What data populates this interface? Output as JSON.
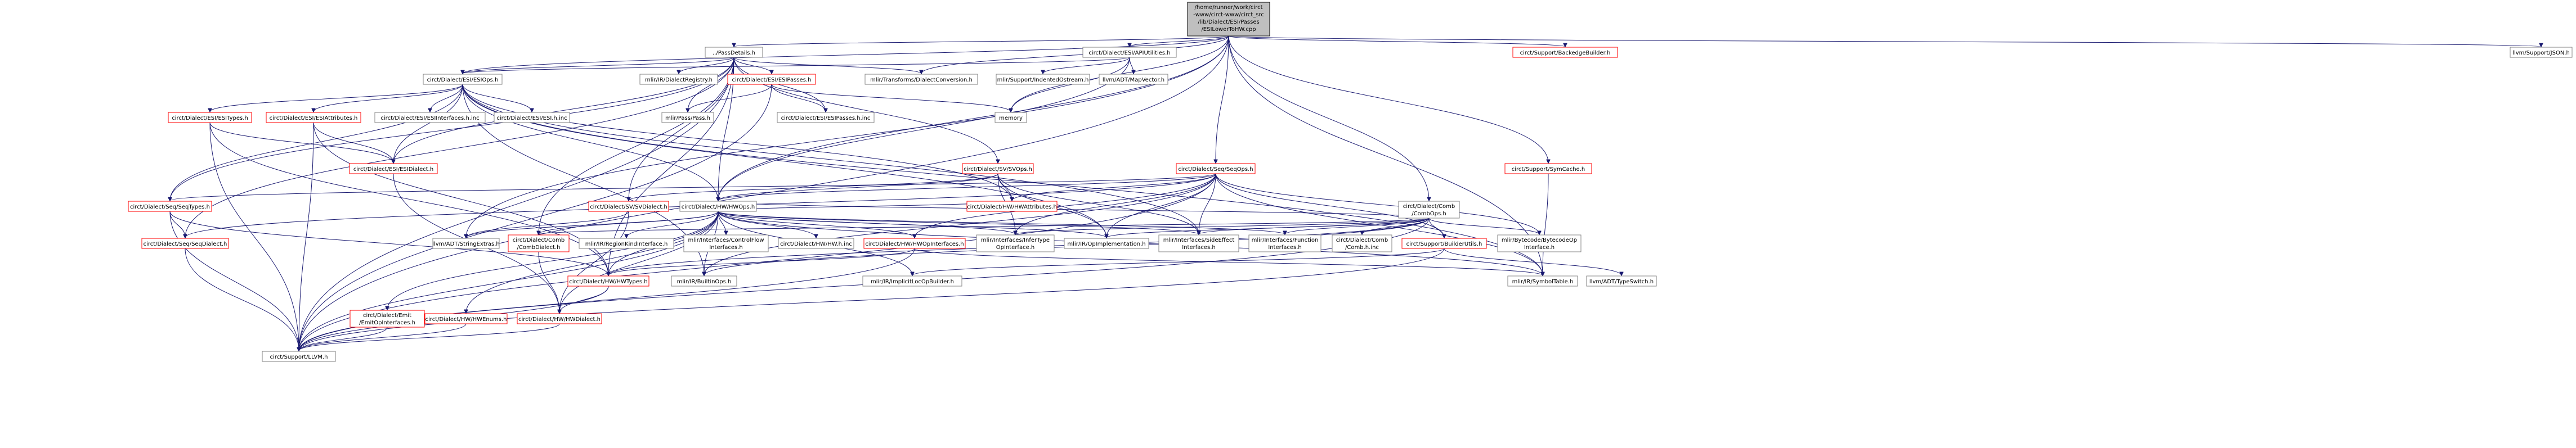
{
  "root": {
    "lines": [
      "/home/runner/work/circt",
      "-www/circt-www/circt_src",
      "/lib/Dialect/ESI/Passes",
      "/ESILowerToHW.cpp"
    ]
  },
  "nodes": [
    {
      "id": "passdetails",
      "lines": [
        "../PassDetails.h"
      ]
    },
    {
      "id": "esiapiutilities",
      "lines": [
        "circt/Dialect/ESI/APIUtilities.h"
      ]
    },
    {
      "id": "seqops",
      "lines": [
        "circt/Dialect/Seq/SeqOps.h"
      ],
      "red": true
    },
    {
      "id": "combops",
      "lines": [
        "circt/Dialect/Comb",
        "/CombOps.h"
      ]
    },
    {
      "id": "backedgebuilder",
      "lines": [
        "circt/Support/BackedgeBuilder.h"
      ],
      "red": true
    },
    {
      "id": "symcache",
      "lines": [
        "circt/Support/SymCache.h"
      ],
      "red": true
    },
    {
      "id": "llvmjson",
      "lines": [
        "llvm/Support/JSON.h"
      ]
    },
    {
      "id": "esiops",
      "lines": [
        "circt/Dialect/ESI/ESIOps.h"
      ]
    },
    {
      "id": "dialectregistry",
      "lines": [
        "mlir/IR/DialectRegistry.h"
      ]
    },
    {
      "id": "esipasses",
      "lines": [
        "circt/Dialect/ESI/ESIPasses.h"
      ],
      "red": true
    },
    {
      "id": "dialectconversion",
      "lines": [
        "mlir/Transforms/DialectConversion.h"
      ]
    },
    {
      "id": "indentedostream",
      "lines": [
        "mlir/Support/IndentedOstream.h"
      ]
    },
    {
      "id": "mapvector",
      "lines": [
        "llvm/ADT/MapVector.h"
      ]
    },
    {
      "id": "memory",
      "lines": [
        "memory"
      ]
    },
    {
      "id": "esitypes",
      "lines": [
        "circt/Dialect/ESI/ESITypes.h"
      ],
      "red": true
    },
    {
      "id": "esiattributes",
      "lines": [
        "circt/Dialect/ESI/ESIAttributes.h"
      ],
      "red": true
    },
    {
      "id": "esiinterfacesinc",
      "lines": [
        "circt/Dialect/ESI/ESIInterfaces.h.inc"
      ]
    },
    {
      "id": "esihinc",
      "lines": [
        "circt/Dialect/ESI/ESI.h.inc"
      ]
    },
    {
      "id": "passpass",
      "lines": [
        "mlir/Pass/Pass.h"
      ]
    },
    {
      "id": "esipassesinc",
      "lines": [
        "circt/Dialect/ESI/ESIPasses.h.inc"
      ]
    },
    {
      "id": "svops",
      "lines": [
        "circt/Dialect/SV/SVOps.h"
      ],
      "red": true
    },
    {
      "id": "esidialect",
      "lines": [
        "circt/Dialect/ESI/ESIDialect.h"
      ],
      "red": true
    },
    {
      "id": "seqtypes",
      "lines": [
        "circt/Dialect/Seq/SeqTypes.h"
      ],
      "red": true
    },
    {
      "id": "svdialect",
      "lines": [
        "circt/Dialect/SV/SVDialect.h"
      ],
      "red": true
    },
    {
      "id": "hwops",
      "lines": [
        "circt/Dialect/HW/HWOps.h"
      ]
    },
    {
      "id": "hwattributes",
      "lines": [
        "circt/Dialect/HW/HWAttributes.h"
      ],
      "red": true
    },
    {
      "id": "seqdialect",
      "lines": [
        "circt/Dialect/Seq/SeqDialect.h"
      ],
      "red": true
    },
    {
      "id": "stringextras",
      "lines": [
        "llvm/ADT/StringExtras.h"
      ]
    },
    {
      "id": "combdialect",
      "lines": [
        "circt/Dialect/Comb",
        "/CombDialect.h"
      ],
      "red": true
    },
    {
      "id": "regionkind",
      "lines": [
        "mlir/IR/RegionKindInterface.h"
      ]
    },
    {
      "id": "controlflow",
      "lines": [
        "mlir/Interfaces/ControlFlow",
        "Interfaces.h"
      ]
    },
    {
      "id": "hwhinc",
      "lines": [
        "circt/Dialect/HW/HW.h.inc"
      ]
    },
    {
      "id": "hwopinterfaces",
      "lines": [
        "circt/Dialect/HW/HWOpInterfaces.h"
      ],
      "red": true
    },
    {
      "id": "infertype",
      "lines": [
        "mlir/Interfaces/InferType",
        "OpInterface.h"
      ]
    },
    {
      "id": "opimplementation",
      "lines": [
        "mlir/IR/OpImplementation.h"
      ]
    },
    {
      "id": "sideeffect",
      "lines": [
        "mlir/Interfaces/SideEffect",
        "Interfaces.h"
      ]
    },
    {
      "id": "function",
      "lines": [
        "mlir/Interfaces/Function",
        "Interfaces.h"
      ]
    },
    {
      "id": "combhinc",
      "lines": [
        "circt/Dialect/Comb",
        "/Comb.h.inc"
      ]
    },
    {
      "id": "builderutils",
      "lines": [
        "circt/Support/BuilderUtils.h"
      ],
      "red": true
    },
    {
      "id": "bytecodeop",
      "lines": [
        "mlir/Bytecode/BytecodeOp",
        "Interface.h"
      ]
    },
    {
      "id": "emitopinterfaces",
      "lines": [
        "circt/Dialect/Emit",
        "/EmitOpInterfaces.h"
      ],
      "red": true
    },
    {
      "id": "hwenums",
      "lines": [
        "circt/Dialect/HW/HWEnums.h"
      ],
      "red": true
    },
    {
      "id": "hwdialect",
      "lines": [
        "circt/Dialect/HW/HWDialect.h"
      ],
      "red": true
    },
    {
      "id": "hwtypes",
      "lines": [
        "circt/Dialect/HW/HWTypes.h"
      ],
      "red": true
    },
    {
      "id": "builtinops",
      "lines": [
        "mlir/IR/BuiltinOps.h"
      ]
    },
    {
      "id": "implicitlocop",
      "lines": [
        "mlir/IR/ImplicitLocOpBuilder.h"
      ]
    },
    {
      "id": "symboltable",
      "lines": [
        "mlir/IR/SymbolTable.h"
      ]
    },
    {
      "id": "typeswitch",
      "lines": [
        "llvm/ADT/TypeSwitch.h"
      ]
    },
    {
      "id": "llvmh",
      "lines": [
        "circt/Support/LLVM.h"
      ]
    }
  ],
  "edges": [
    [
      "root",
      "passdetails"
    ],
    [
      "root",
      "esiapiutilities"
    ],
    [
      "root",
      "seqops"
    ],
    [
      "root",
      "combops"
    ],
    [
      "root",
      "backedgebuilder"
    ],
    [
      "root",
      "symcache"
    ],
    [
      "root",
      "llvmjson"
    ],
    [
      "root",
      "esiops"
    ],
    [
      "root",
      "dialectconversion"
    ],
    [
      "root",
      "hwops"
    ],
    [
      "root",
      "llvmh"
    ],
    [
      "root",
      "symboltable"
    ],
    [
      "root",
      "stringextras"
    ],
    [
      "root",
      "memory"
    ],
    [
      "passdetails",
      "esiops"
    ],
    [
      "passdetails",
      "dialectregistry"
    ],
    [
      "passdetails",
      "esipasses"
    ],
    [
      "passdetails",
      "dialectconversion"
    ],
    [
      "passdetails",
      "passpass"
    ],
    [
      "passdetails",
      "esipassesinc"
    ],
    [
      "passdetails",
      "svops"
    ],
    [
      "passdetails",
      "esidialect"
    ],
    [
      "passdetails",
      "seqtypes"
    ],
    [
      "passdetails",
      "svdialect"
    ],
    [
      "passdetails",
      "hwops"
    ],
    [
      "passdetails",
      "combdialect"
    ],
    [
      "passdetails",
      "hwtypes"
    ],
    [
      "passdetails",
      "seqdialect"
    ],
    [
      "passdetails",
      "llvmh"
    ],
    [
      "esiapiutilities",
      "esiops"
    ],
    [
      "esiapiutilities",
      "indentedostream"
    ],
    [
      "esiapiutilities",
      "mapvector"
    ],
    [
      "esiapiutilities",
      "memory"
    ],
    [
      "esiapiutilities",
      "hwops"
    ],
    [
      "esiops",
      "esitypes"
    ],
    [
      "esiops",
      "esiattributes"
    ],
    [
      "esiops",
      "esiinterfacesinc"
    ],
    [
      "esiops",
      "esihinc"
    ],
    [
      "esiops",
      "esidialect"
    ],
    [
      "esiops",
      "hwops"
    ],
    [
      "esiops",
      "seqtypes"
    ],
    [
      "esiops",
      "sideeffect"
    ],
    [
      "esiops",
      "hwattributes"
    ],
    [
      "esiops",
      "opimplementation"
    ],
    [
      "esiops",
      "builtinops"
    ],
    [
      "esiops",
      "symboltable"
    ],
    [
      "esipasses",
      "passpass"
    ],
    [
      "esipasses",
      "esipassesinc"
    ],
    [
      "esipasses",
      "memory"
    ],
    [
      "esipasses",
      "llvmh"
    ],
    [
      "esitypes",
      "esidialect"
    ],
    [
      "esitypes",
      "hwtypes"
    ],
    [
      "esitypes",
      "llvmh"
    ],
    [
      "esiattributes",
      "esidialect"
    ],
    [
      "esiattributes",
      "hwtypes"
    ],
    [
      "esiattributes",
      "llvmh"
    ],
    [
      "esidialect",
      "hwdialect"
    ],
    [
      "svops",
      "svdialect"
    ],
    [
      "svops",
      "hwops"
    ],
    [
      "svops",
      "hwattributes"
    ],
    [
      "svops",
      "sideeffect"
    ],
    [
      "svops",
      "opimplementation"
    ],
    [
      "svops",
      "infertype"
    ],
    [
      "seqops",
      "seqtypes"
    ],
    [
      "seqops",
      "seqdialect"
    ],
    [
      "seqops",
      "hwops"
    ],
    [
      "seqops",
      "hwattributes"
    ],
    [
      "seqops",
      "hwopinterfaces"
    ],
    [
      "seqops",
      "infertype"
    ],
    [
      "seqops",
      "opimplementation"
    ],
    [
      "seqops",
      "sideeffect"
    ],
    [
      "seqops",
      "builderutils"
    ],
    [
      "seqops",
      "bytecodeop"
    ],
    [
      "seqops",
      "builtinops"
    ],
    [
      "seqops",
      "symboltable"
    ],
    [
      "seqops",
      "llvmh"
    ],
    [
      "seqtypes",
      "seqdialect"
    ],
    [
      "seqtypes",
      "hwtypes"
    ],
    [
      "seqtypes",
      "llvmh"
    ],
    [
      "seqdialect",
      "llvmh"
    ],
    [
      "svdialect",
      "hwdialect"
    ],
    [
      "svdialect",
      "stringextras"
    ],
    [
      "hwops",
      "hwattributes"
    ],
    [
      "hwops",
      "combdialect"
    ],
    [
      "hwops",
      "regionkind"
    ],
    [
      "hwops",
      "controlflow"
    ],
    [
      "hwops",
      "hwhinc"
    ],
    [
      "hwops",
      "hwopinterfaces"
    ],
    [
      "hwops",
      "infertype"
    ],
    [
      "hwops",
      "opimplementation"
    ],
    [
      "hwops",
      "sideeffect"
    ],
    [
      "hwops",
      "function"
    ],
    [
      "hwops",
      "stringextras"
    ],
    [
      "hwops",
      "emitopinterfaces"
    ],
    [
      "hwops",
      "hwenums"
    ],
    [
      "hwops",
      "hwdialect"
    ],
    [
      "hwops",
      "hwtypes"
    ],
    [
      "hwops",
      "builtinops"
    ],
    [
      "hwops",
      "implicitlocop"
    ],
    [
      "hwops",
      "symboltable"
    ],
    [
      "hwops",
      "llvmh"
    ],
    [
      "hwopinterfaces",
      "hwtypes"
    ],
    [
      "hwopinterfaces",
      "symboltable"
    ],
    [
      "hwopinterfaces",
      "llvmh"
    ],
    [
      "combops",
      "combdialect"
    ],
    [
      "combops",
      "hwops"
    ],
    [
      "combops",
      "combhinc"
    ],
    [
      "combops",
      "builderutils"
    ],
    [
      "combops",
      "bytecodeop"
    ],
    [
      "combops",
      "infertype"
    ],
    [
      "combops",
      "opimplementation"
    ],
    [
      "combops",
      "sideeffect"
    ],
    [
      "combops",
      "function"
    ],
    [
      "combops",
      "hwtypes"
    ],
    [
      "combops",
      "builtinops"
    ],
    [
      "combops",
      "llvmh"
    ],
    [
      "builderutils",
      "implicitlocop"
    ],
    [
      "builderutils",
      "typeswitch"
    ],
    [
      "builderutils",
      "llvmh"
    ],
    [
      "symcache",
      "symboltable"
    ],
    [
      "emitopinterfaces",
      "llvmh"
    ],
    [
      "hwenums",
      "llvmh"
    ],
    [
      "hwdialect",
      "llvmh"
    ],
    [
      "hwtypes",
      "hwdialect"
    ],
    [
      "hwtypes",
      "llvmh"
    ],
    [
      "combdialect",
      "hwdialect"
    ]
  ]
}
